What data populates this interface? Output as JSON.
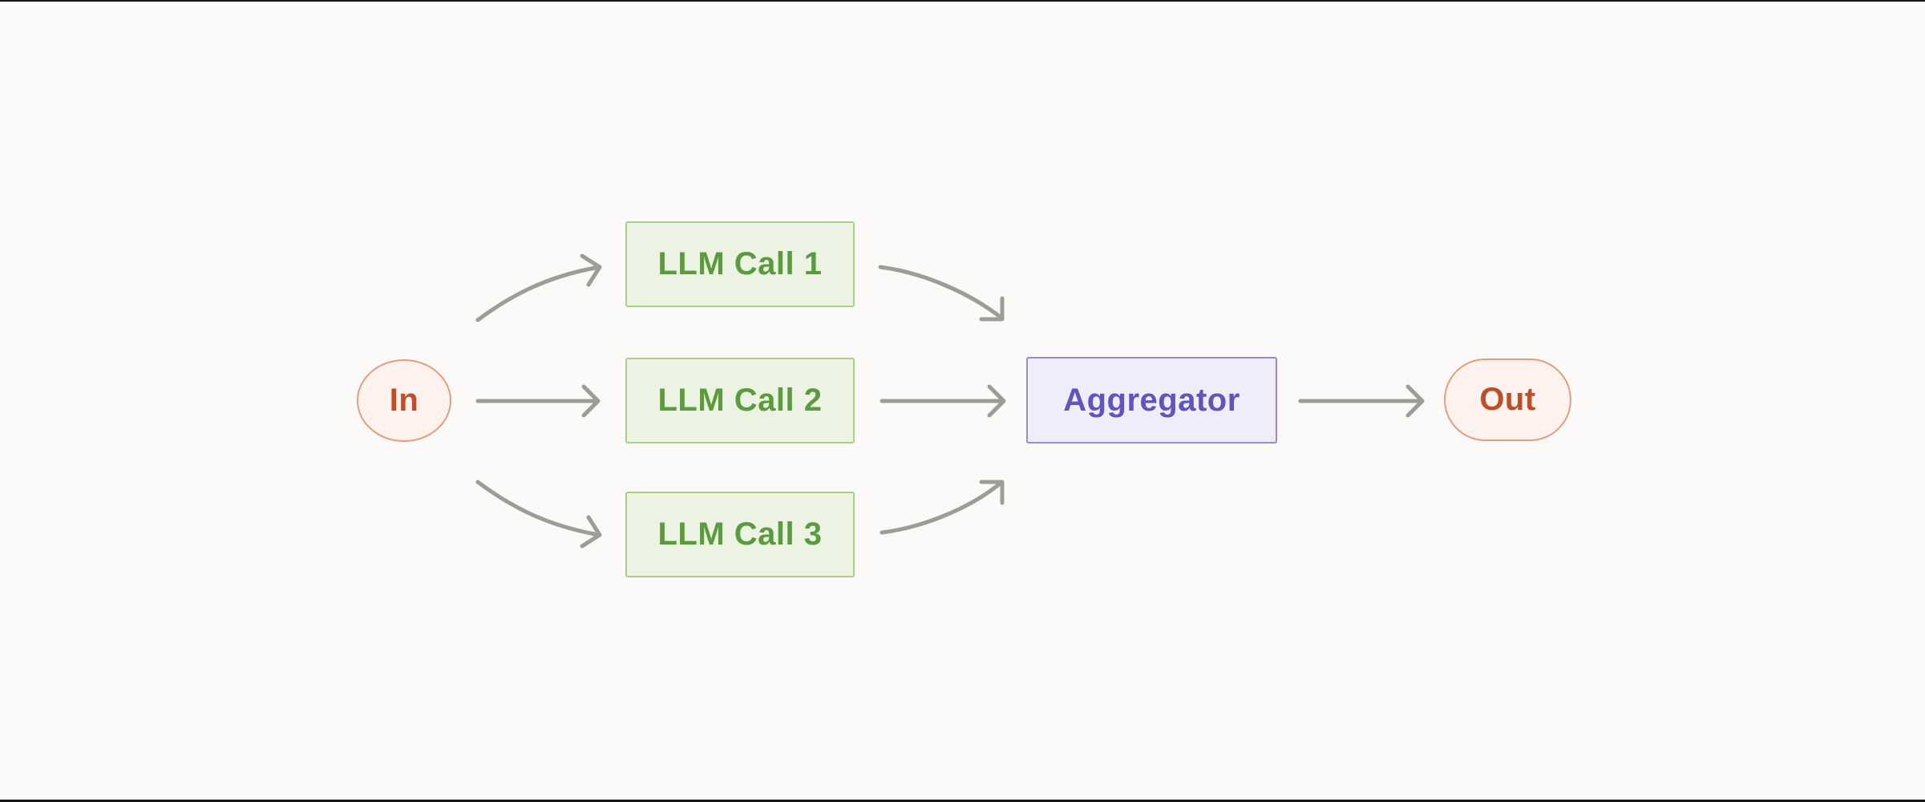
{
  "diagram": {
    "title": "parallelization-workflow-diagram",
    "nodes": {
      "in": {
        "label": "In",
        "shape": "ellipse"
      },
      "llm_call_1": {
        "label": "LLM Call 1",
        "shape": "rect"
      },
      "llm_call_2": {
        "label": "LLM Call 2",
        "shape": "rect"
      },
      "llm_call_3": {
        "label": "LLM Call 3",
        "shape": "rect"
      },
      "aggregator": {
        "label": "Aggregator",
        "shape": "rect"
      },
      "out": {
        "label": "Out",
        "shape": "pill"
      }
    },
    "edges": [
      {
        "from": "in",
        "to": "llm_call_1",
        "style": "curved-up"
      },
      {
        "from": "in",
        "to": "llm_call_2",
        "style": "straight"
      },
      {
        "from": "in",
        "to": "llm_call_3",
        "style": "curved-down"
      },
      {
        "from": "llm_call_1",
        "to": "aggregator",
        "style": "curved-down"
      },
      {
        "from": "llm_call_2",
        "to": "aggregator",
        "style": "straight"
      },
      {
        "from": "llm_call_3",
        "to": "aggregator",
        "style": "curved-up"
      },
      {
        "from": "aggregator",
        "to": "out",
        "style": "straight"
      }
    ],
    "palette": {
      "background": "#fbfaf8",
      "frame_line": "#161616",
      "arrow": "#9d9d97",
      "llm_fill": "#edf3e2",
      "llm_border": "#a9cf8b",
      "llm_text": "#5a9c3d",
      "aggregator_fill": "#efedf9",
      "aggregator_border": "#958bd6",
      "aggregator_text": "#5f54c0",
      "terminal_fill": "#fdf2ed",
      "terminal_border": "#e89c7e",
      "terminal_text": "#c04d28"
    }
  }
}
